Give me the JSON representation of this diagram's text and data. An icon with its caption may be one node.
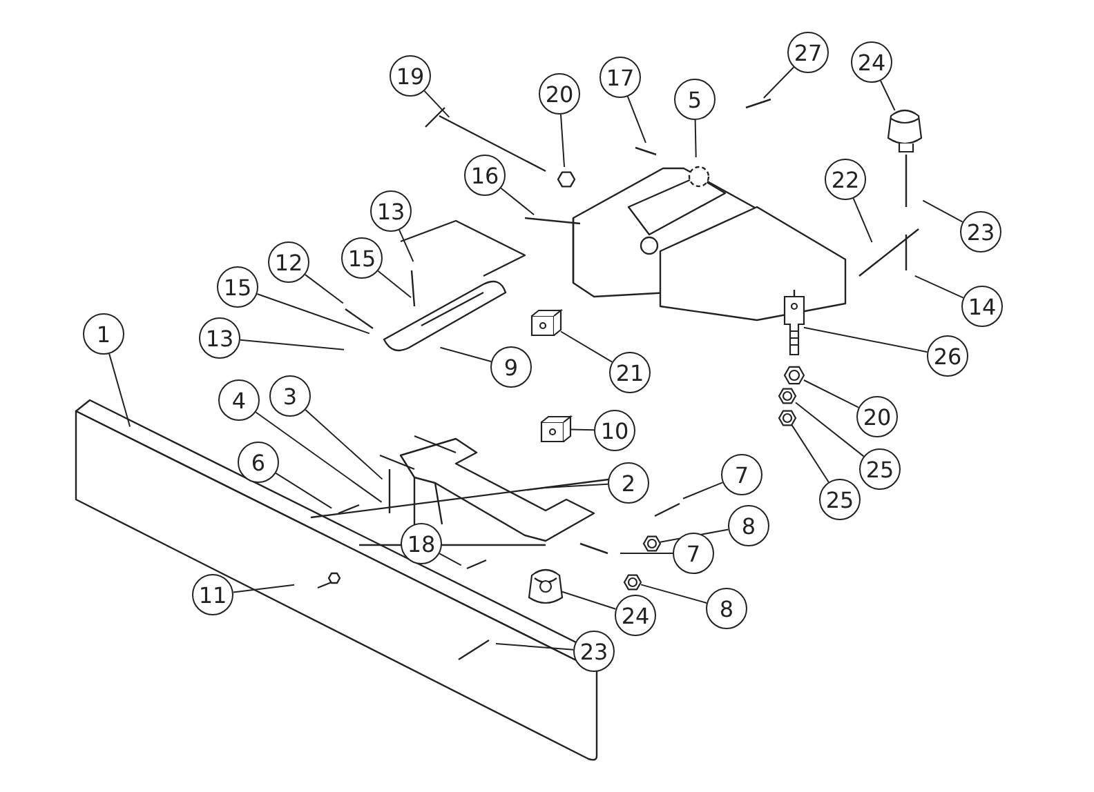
{
  "diagram": {
    "nodes": [
      {
        "text": [
          "19"
        ]
      },
      {
        "text": [
          "20"
        ]
      },
      {
        "text": [
          "17"
        ]
      },
      {
        "text": [
          "5"
        ]
      },
      {
        "text": [
          "27"
        ]
      },
      {
        "text": [
          "24"
        ]
      },
      {
        "text": [
          "16"
        ]
      },
      {
        "text": [
          "13"
        ]
      },
      {
        "text": [
          "22"
        ]
      },
      {
        "text": [
          "23"
        ]
      },
      {
        "text": [
          "15"
        ]
      },
      {
        "text": [
          "12"
        ]
      },
      {
        "text": [
          "15"
        ]
      },
      {
        "text": [
          "13"
        ]
      },
      {
        "text": [
          "14"
        ]
      },
      {
        "text": [
          "9"
        ]
      },
      {
        "text": [
          "21"
        ]
      },
      {
        "text": [
          "26"
        ]
      },
      {
        "text": [
          "1"
        ]
      },
      {
        "text": [
          "4"
        ]
      },
      {
        "text": [
          "3"
        ]
      },
      {
        "text": [
          "20"
        ]
      },
      {
        "text": [
          "10"
        ]
      },
      {
        "text": [
          "6"
        ]
      },
      {
        "text": [
          "2"
        ]
      },
      {
        "text": [
          "7"
        ]
      },
      {
        "text": [
          "25"
        ]
      },
      {
        "text": [
          "25"
        ]
      },
      {
        "text": [
          "8"
        ]
      },
      {
        "text": [
          "18"
        ]
      },
      {
        "text": [
          "7"
        ]
      },
      {
        "text": [
          "11"
        ]
      },
      {
        "text": [
          "24"
        ]
      },
      {
        "text": [
          "8"
        ]
      },
      {
        "text": [
          "23"
        ]
      },
      {
        "text": [],
        "shape": "picture"
      },
      {
        "text": [],
        "shape": "picture"
      },
      {
        "text": [],
        "shape": "picture"
      },
      {
        "text": [],
        "shape": "picture"
      },
      {
        "text": [],
        "shape": "picture"
      },
      {
        "text": [],
        "shape": "picture"
      },
      {
        "text": [],
        "shape": "picture"
      },
      {
        "text": [],
        "shape": "picture"
      },
      {
        "text": [],
        "shape": "picture"
      },
      {
        "text": [],
        "shape": "picture"
      }
    ],
    "edges": [
      {
        "from": 0,
        "to": null,
        "arrow": "none"
      },
      {
        "from": 1,
        "to": null,
        "arrow": "none"
      },
      {
        "from": 2,
        "to": null,
        "arrow": "none"
      },
      {
        "from": 3,
        "to": null,
        "arrow": "none"
      },
      {
        "from": 4,
        "to": null,
        "arrow": "none"
      },
      {
        "from": 5,
        "to": 35,
        "arrow": "none"
      },
      {
        "from": 6,
        "to": null,
        "arrow": "none"
      },
      {
        "from": 7,
        "to": null,
        "arrow": "none"
      },
      {
        "from": 8,
        "to": null,
        "arrow": "none"
      },
      {
        "from": 9,
        "to": null,
        "arrow": "none"
      },
      {
        "from": 10,
        "to": null,
        "arrow": "none"
      },
      {
        "from": 11,
        "to": null,
        "arrow": "none"
      },
      {
        "from": 12,
        "to": null,
        "arrow": "none"
      },
      {
        "from": 13,
        "to": null,
        "arrow": "none"
      },
      {
        "from": 14,
        "to": null,
        "arrow": "none"
      },
      {
        "from": 15,
        "to": null,
        "arrow": "none"
      },
      {
        "from": 16,
        "to": 36,
        "arrow": "none"
      },
      {
        "from": 17,
        "to": 37,
        "arrow": "none"
      },
      {
        "from": 18,
        "to": null,
        "arrow": "none"
      },
      {
        "from": 19,
        "to": null,
        "arrow": "none"
      },
      {
        "from": 20,
        "to": null,
        "arrow": "none"
      },
      {
        "from": 21,
        "to": 38,
        "arrow": "none"
      },
      {
        "from": 22,
        "to": 39,
        "arrow": "none"
      },
      {
        "from": 23,
        "to": null,
        "arrow": "none"
      },
      {
        "from": 24,
        "to": null,
        "arrow": "none"
      },
      {
        "from": 25,
        "to": null,
        "arrow": "none"
      },
      {
        "from": 26,
        "to": 40,
        "arrow": "none"
      },
      {
        "from": 27,
        "to": 41,
        "arrow": "none"
      },
      {
        "from": 28,
        "to": 42,
        "arrow": "none"
      },
      {
        "from": 29,
        "to": null,
        "arrow": "none"
      },
      {
        "from": 30,
        "to": null,
        "arrow": "none"
      },
      {
        "from": 31,
        "to": null,
        "arrow": "none"
      },
      {
        "from": 32,
        "to": 43,
        "arrow": "none"
      },
      {
        "from": 33,
        "to": 44,
        "arrow": "none"
      },
      {
        "from": 34,
        "to": null,
        "arrow": "none"
      }
    ]
  }
}
